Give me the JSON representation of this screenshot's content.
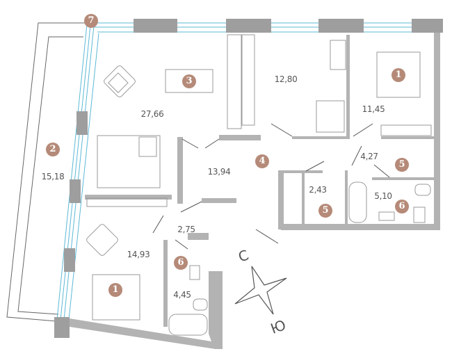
{
  "rooms": [
    {
      "id": "living-kitchen",
      "area": "27,66",
      "badge": "3"
    },
    {
      "id": "bedroom-north",
      "area": "12,80"
    },
    {
      "id": "bedroom-master",
      "area": "11,45",
      "badge": "1"
    },
    {
      "id": "loggia",
      "area": "15,18",
      "badge": "2"
    },
    {
      "id": "hall",
      "area": "13,94",
      "badge": "4"
    },
    {
      "id": "wardrobe-east",
      "area": "4,27",
      "badge": "5"
    },
    {
      "id": "wardrobe-small",
      "area": "2,43",
      "badge": "5"
    },
    {
      "id": "bathroom-east",
      "area": "5,10",
      "badge": "6"
    },
    {
      "id": "corridor",
      "area": "2,75"
    },
    {
      "id": "bedroom-south",
      "area": "14,93",
      "badge": "1"
    },
    {
      "id": "bathroom-south",
      "area": "4,45",
      "badge": "6"
    }
  ],
  "window_badge": "7",
  "compass": {
    "north": "С",
    "south": "Ю"
  },
  "colors": {
    "badge": "#b58a78",
    "wall": "#b3b3b3",
    "pillar": "#999999",
    "window": "#5bb8d6",
    "furniture": "#9a9a9a"
  }
}
